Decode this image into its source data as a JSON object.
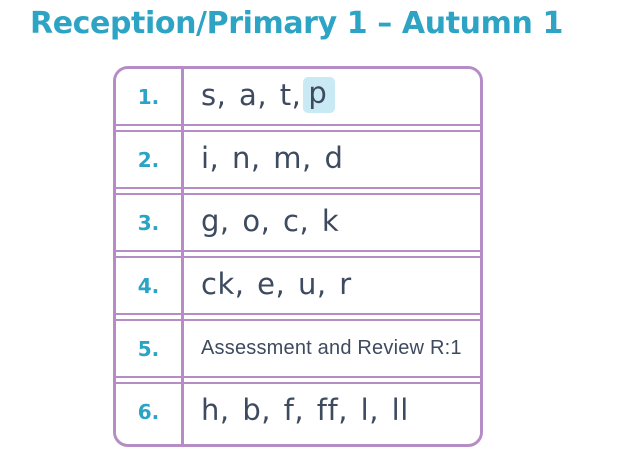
{
  "title": "Reception/Primary 1 – Autumn 1",
  "table": {
    "rows": [
      {
        "number": "1.",
        "prefix": "s, a, t,",
        "highlight": "p"
      },
      {
        "number": "2.",
        "content": "i, n, m, d"
      },
      {
        "number": "3.",
        "content": "g, o, c, k"
      },
      {
        "number": "4.",
        "content": "ck, e, u, r"
      },
      {
        "number": "5.",
        "content": "Assessment and Review R:1"
      },
      {
        "number": "6.",
        "content": "h, b, f, ff, l, ll"
      }
    ]
  },
  "colors": {
    "accent_teal": "#2ea4c5",
    "number_teal": "#2ba3c4",
    "border_purple": "#b58cc6",
    "text_dark": "#3d4a5f",
    "highlight_blue": "#c9e9f4",
    "background": "#ffffff"
  }
}
